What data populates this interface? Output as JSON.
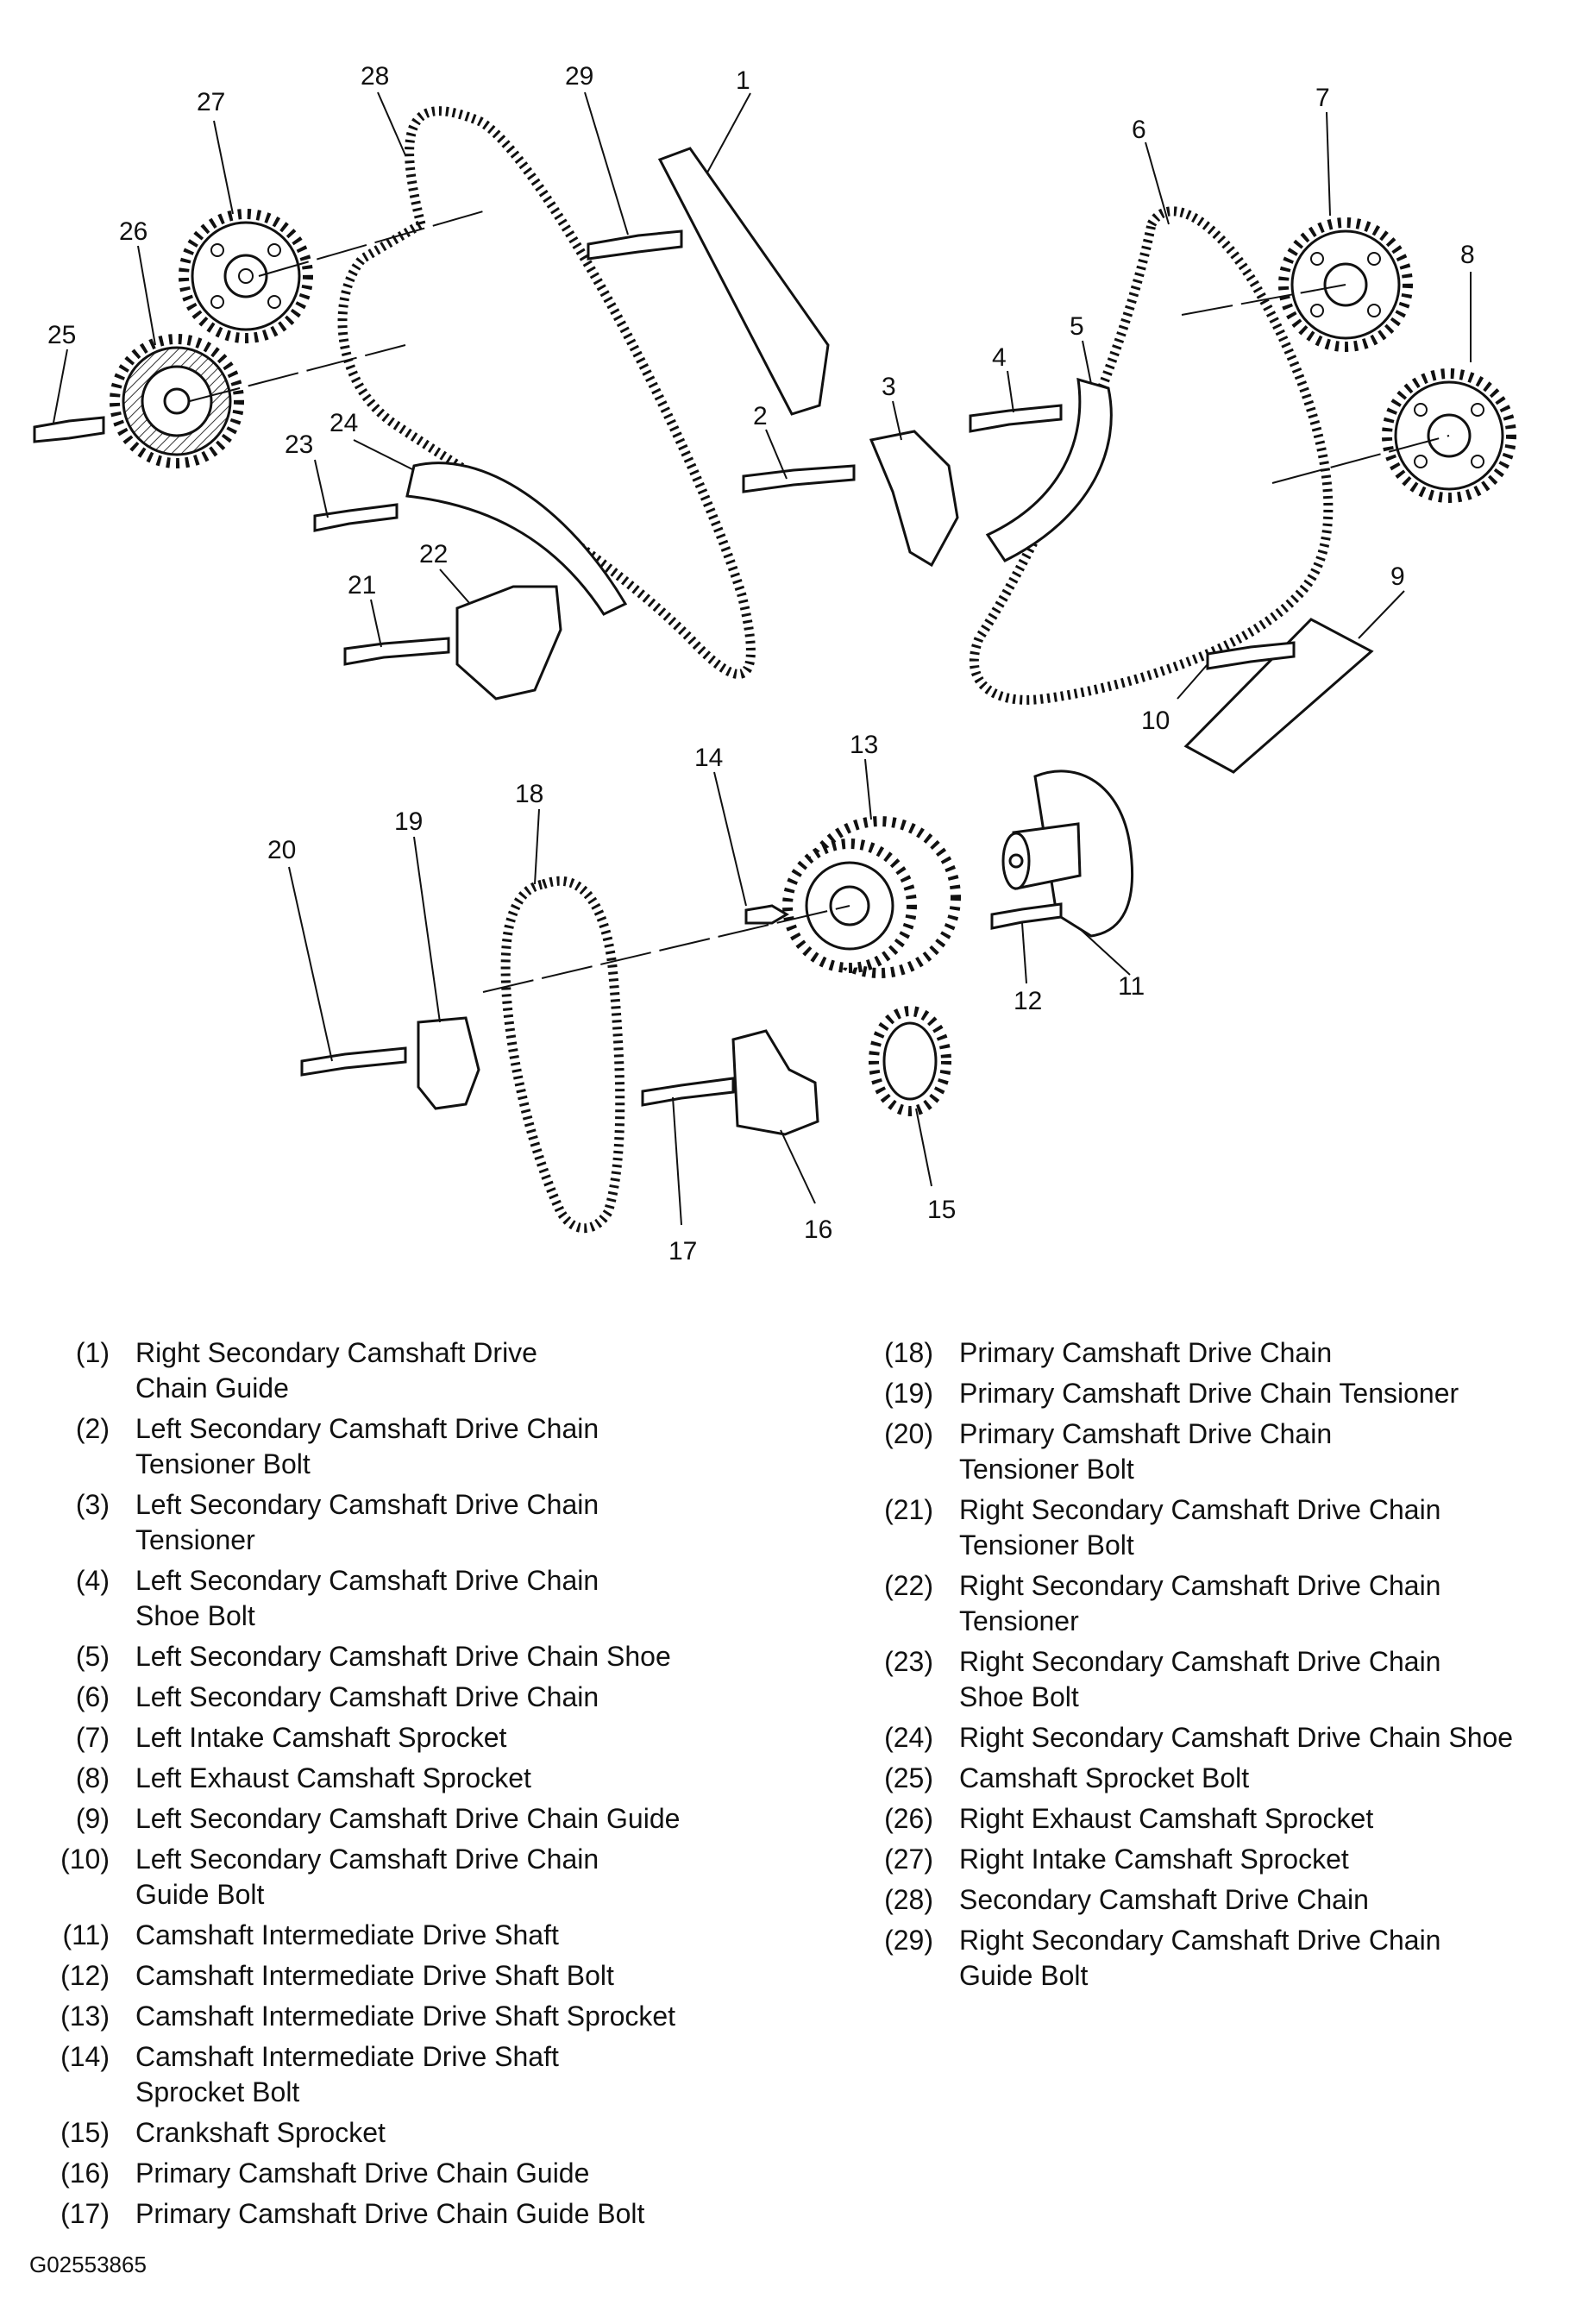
{
  "figure": {
    "id": "G02553865"
  },
  "callouts": [
    "1",
    "2",
    "3",
    "4",
    "5",
    "6",
    "7",
    "8",
    "9",
    "10",
    "11",
    "12",
    "13",
    "14",
    "15",
    "16",
    "17",
    "18",
    "19",
    "20",
    "21",
    "22",
    "23",
    "24",
    "25",
    "26",
    "27",
    "28",
    "29"
  ],
  "legend": [
    {
      "num": "(1)",
      "label": "Right Secondary Camshaft Drive\nChain Guide"
    },
    {
      "num": "(2)",
      "label": "Left Secondary Camshaft Drive Chain\nTensioner Bolt"
    },
    {
      "num": "(3)",
      "label": "Left Secondary Camshaft Drive Chain\nTensioner"
    },
    {
      "num": "(4)",
      "label": "Left Secondary Camshaft Drive Chain\nShoe Bolt"
    },
    {
      "num": "(5)",
      "label": "Left Secondary Camshaft Drive Chain Shoe"
    },
    {
      "num": "(6)",
      "label": "Left Secondary Camshaft Drive Chain"
    },
    {
      "num": "(7)",
      "label": "Left Intake Camshaft Sprocket"
    },
    {
      "num": "(8)",
      "label": "Left Exhaust Camshaft Sprocket"
    },
    {
      "num": "(9)",
      "label": "Left Secondary Camshaft Drive Chain Guide"
    },
    {
      "num": "(10)",
      "label": "Left Secondary Camshaft Drive Chain\nGuide Bolt"
    },
    {
      "num": "(11)",
      "label": "Camshaft Intermediate Drive Shaft"
    },
    {
      "num": "(12)",
      "label": "Camshaft Intermediate Drive Shaft Bolt"
    },
    {
      "num": "(13)",
      "label": "Camshaft Intermediate Drive Shaft Sprocket"
    },
    {
      "num": "(14)",
      "label": "Camshaft Intermediate Drive Shaft\nSprocket Bolt"
    },
    {
      "num": "(15)",
      "label": "Crankshaft Sprocket"
    },
    {
      "num": "(16)",
      "label": "Primary Camshaft Drive Chain Guide"
    },
    {
      "num": "(17)",
      "label": "Primary Camshaft Drive Chain Guide Bolt"
    },
    {
      "num": "(18)",
      "label": "Primary Camshaft Drive Chain"
    },
    {
      "num": "(19)",
      "label": "Primary Camshaft Drive Chain Tensioner"
    },
    {
      "num": "(20)",
      "label": "Primary Camshaft Drive Chain\nTensioner Bolt"
    },
    {
      "num": "(21)",
      "label": "Right Secondary Camshaft Drive Chain\nTensioner Bolt"
    },
    {
      "num": "(22)",
      "label": "Right Secondary Camshaft Drive Chain\nTensioner"
    },
    {
      "num": "(23)",
      "label": "Right Secondary Camshaft Drive Chain\nShoe Bolt"
    },
    {
      "num": "(24)",
      "label": "Right Secondary Camshaft Drive Chain Shoe"
    },
    {
      "num": "(25)",
      "label": "Camshaft Sprocket Bolt"
    },
    {
      "num": "(26)",
      "label": "Right Exhaust Camshaft Sprocket"
    },
    {
      "num": "(27)",
      "label": "Right Intake Camshaft Sprocket"
    },
    {
      "num": "(28)",
      "label": "Secondary Camshaft Drive Chain"
    },
    {
      "num": "(29)",
      "label": "Right Secondary Camshaft Drive Chain\nGuide Bolt"
    }
  ]
}
